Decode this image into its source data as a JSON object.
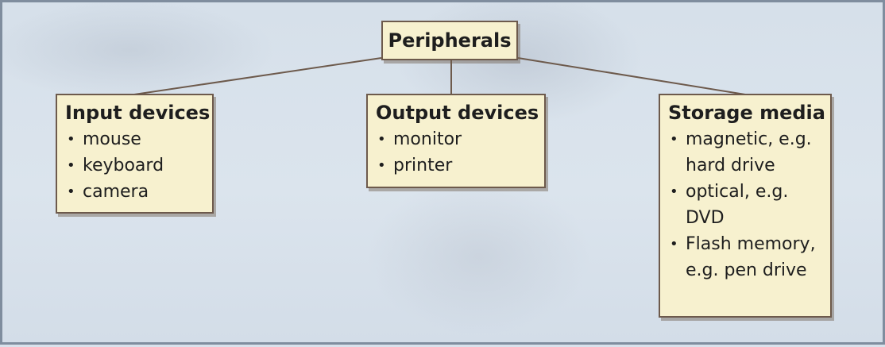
{
  "diagram": {
    "root": {
      "label": "Peripherals"
    },
    "branches": [
      {
        "title": "Input devices",
        "items": [
          "mouse",
          "keyboard",
          "camera"
        ]
      },
      {
        "title": "Output devices",
        "items": [
          "monitor",
          "printer"
        ]
      },
      {
        "title": "Storage media",
        "items": [
          "magnetic, e.g. hard drive",
          "optical, e.g. DVD",
          "Flash memory, e.g. pen drive"
        ]
      }
    ]
  },
  "colors": {
    "box_fill": "#f7f1cf",
    "box_border": "#6d5a4c",
    "connector": "#6d5a4c",
    "background": "#d9e2ec"
  }
}
